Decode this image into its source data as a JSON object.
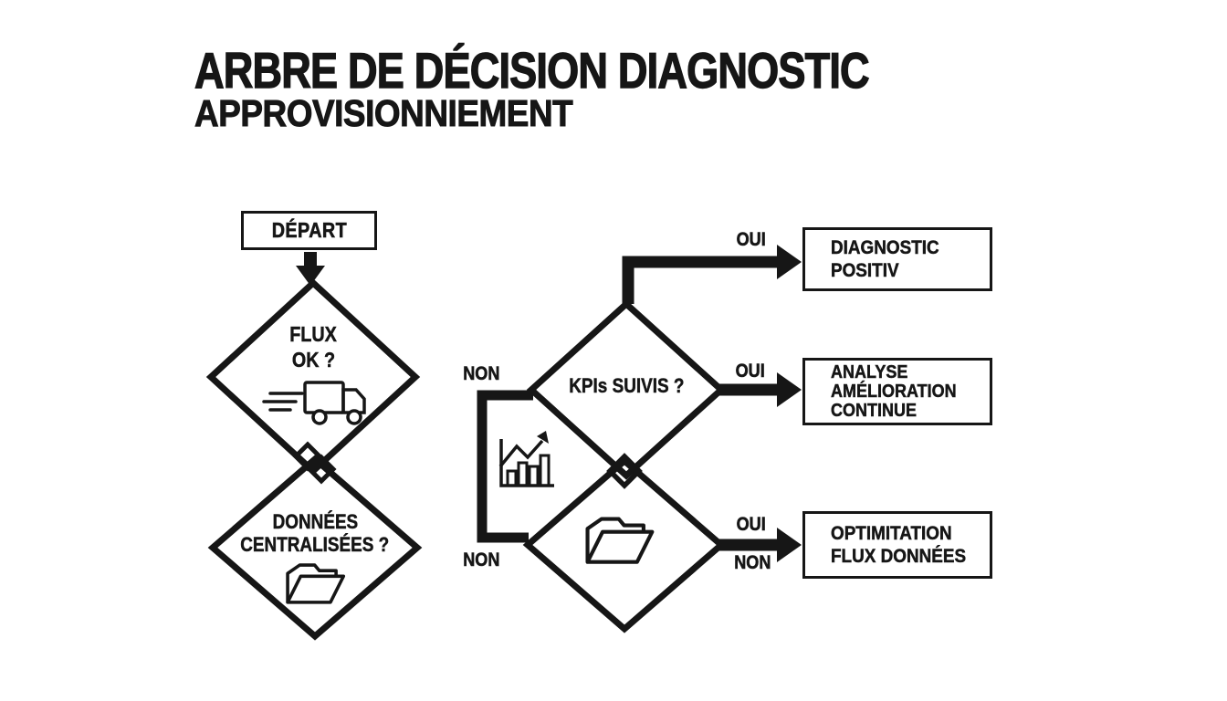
{
  "colors": {
    "ink": "#161616",
    "background": "#ffffff"
  },
  "header": {
    "title": "ARBRE DE DÉCISION DIAGNOSTIC",
    "subtitle": "APPROVISIONNIEMENT"
  },
  "flow": {
    "start": {
      "label": "DÉPART"
    },
    "decision_flux": {
      "line1": "FLUX",
      "line2": "OK ?",
      "icon": "truck-icon"
    },
    "decision_donnees": {
      "line1": "DONNÉES",
      "line2": "CENTRALISÉES ?",
      "icon": "folder-icon"
    },
    "decision_kpis": {
      "label": "KPIs SUIVIS ?"
    },
    "decision_dataflow": {
      "icon": "folder-icon"
    },
    "side_icon": "bar-chart-icon"
  },
  "edge_labels": {
    "oui_diagnostic": "OUI",
    "oui_analyse": "OUI",
    "oui_optimisation": "OUI",
    "non_kpis_top": "NON",
    "non_kpis_bottom": "NON",
    "non_optimisation": "NON"
  },
  "outcomes": {
    "diagnostic_positif": {
      "line1": "DIAGNOSTIC",
      "line2": "POSITIV"
    },
    "analyse_continue": {
      "line1": "ANALYSE",
      "line2": "AMÉLIORATION",
      "line3": "CONTINUE"
    },
    "optimisation_flux": {
      "line1": "OPTIMITATION",
      "line2": "FLUX DONNÉES"
    }
  }
}
